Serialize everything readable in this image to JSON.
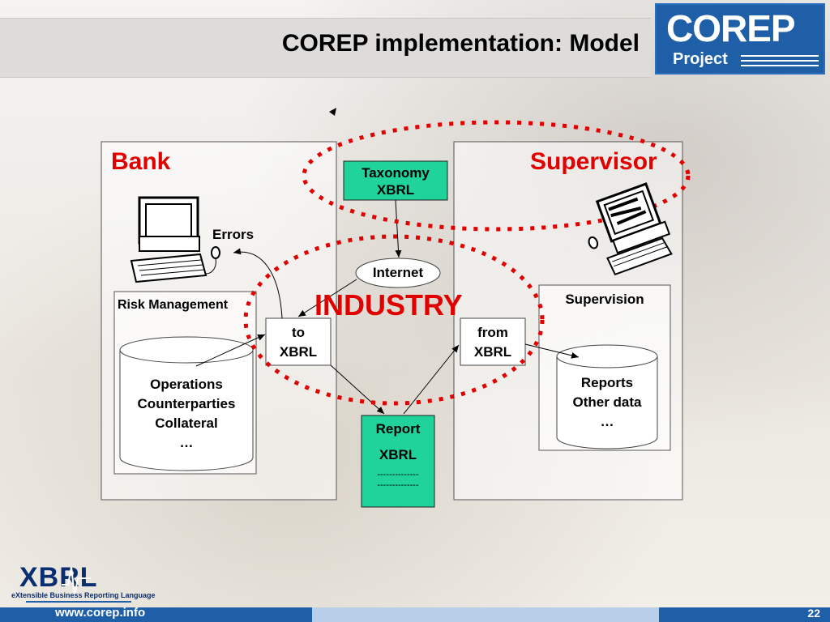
{
  "slide": {
    "title": "COREP implementation: Model",
    "page_number": "22",
    "footer_url": "www.corep.info"
  },
  "logos": {
    "corep_main": "COREP",
    "corep_sub": "Project",
    "xbrl_main": "XBRL",
    "xbrl_tagline": "eXtensible Business Reporting Language"
  },
  "diagram": {
    "bank_label": "Bank",
    "supervisor_label": "Supervisor",
    "industry_label": "INDUSTRY",
    "taxonomy_line1": "Taxonomy",
    "taxonomy_line2": "XBRL",
    "internet_label": "Internet",
    "errors_label": "Errors",
    "risk_management_label": "Risk Management",
    "bank_db_line1": "Operations",
    "bank_db_line2": "Counterparties",
    "bank_db_line3": "Collateral",
    "bank_db_line4": "…",
    "to_xbrl_line1": "to",
    "to_xbrl_line2": "XBRL",
    "from_xbrl_line1": "from",
    "from_xbrl_line2": "XBRL",
    "report_line1": "Report",
    "report_line2": "XBRL",
    "report_dashes1": "--------------",
    "report_dashes2": "--------------",
    "supervision_label": "Supervision",
    "sup_db_line1": "Reports",
    "sup_db_line2": "Other data",
    "sup_db_line3": "…"
  },
  "colors": {
    "accent_red": "#e00000",
    "green_box": "#1fd39a",
    "brand_blue": "#1f5fa8"
  }
}
